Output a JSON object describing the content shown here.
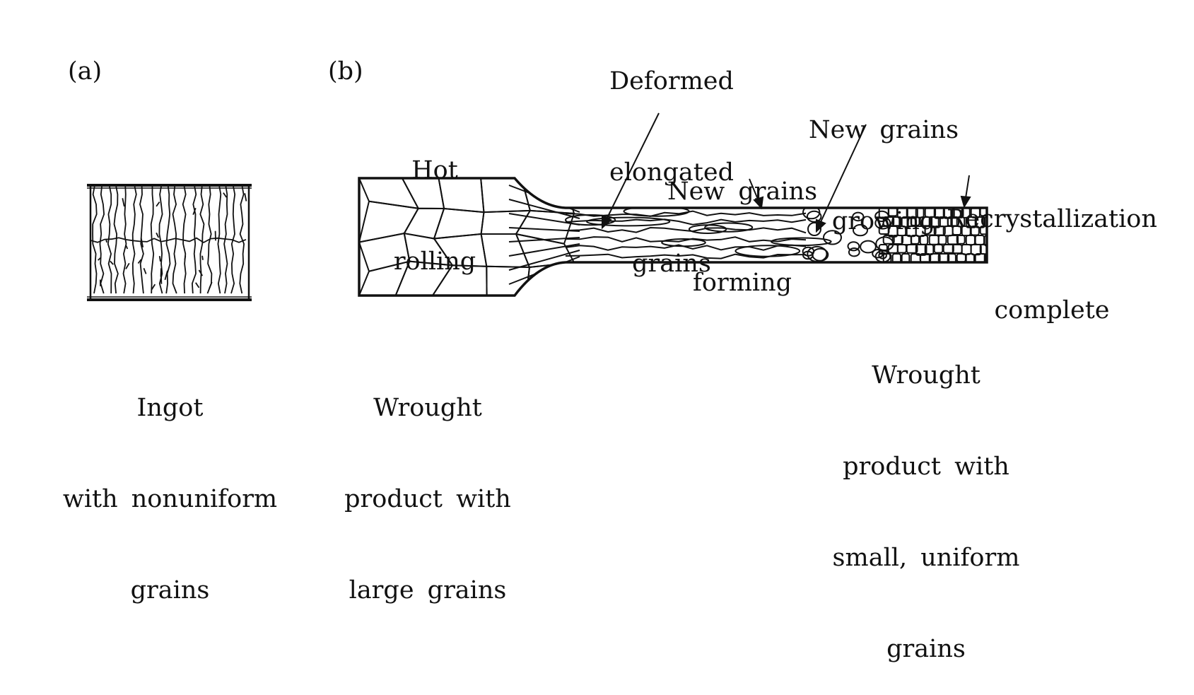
{
  "panel_a": {
    "tag": "(a)",
    "caption": [
      "Ingot",
      "with nonuniform",
      "grains"
    ]
  },
  "panel_b": {
    "tag": "(b)",
    "hot_rolling": [
      "Hot",
      "rolling"
    ],
    "deformed": [
      "Deformed",
      "elongated",
      "grains"
    ],
    "new_forming": [
      "New grains",
      "forming"
    ],
    "new_growing": [
      "New grains",
      "growing"
    ],
    "recrystallization": [
      "Recrystallization",
      "complete"
    ],
    "large_caption": [
      "Wrought",
      "product with",
      "large grains"
    ],
    "small_caption": [
      "Wrought",
      "product with",
      "small, uniform",
      "grains"
    ]
  }
}
